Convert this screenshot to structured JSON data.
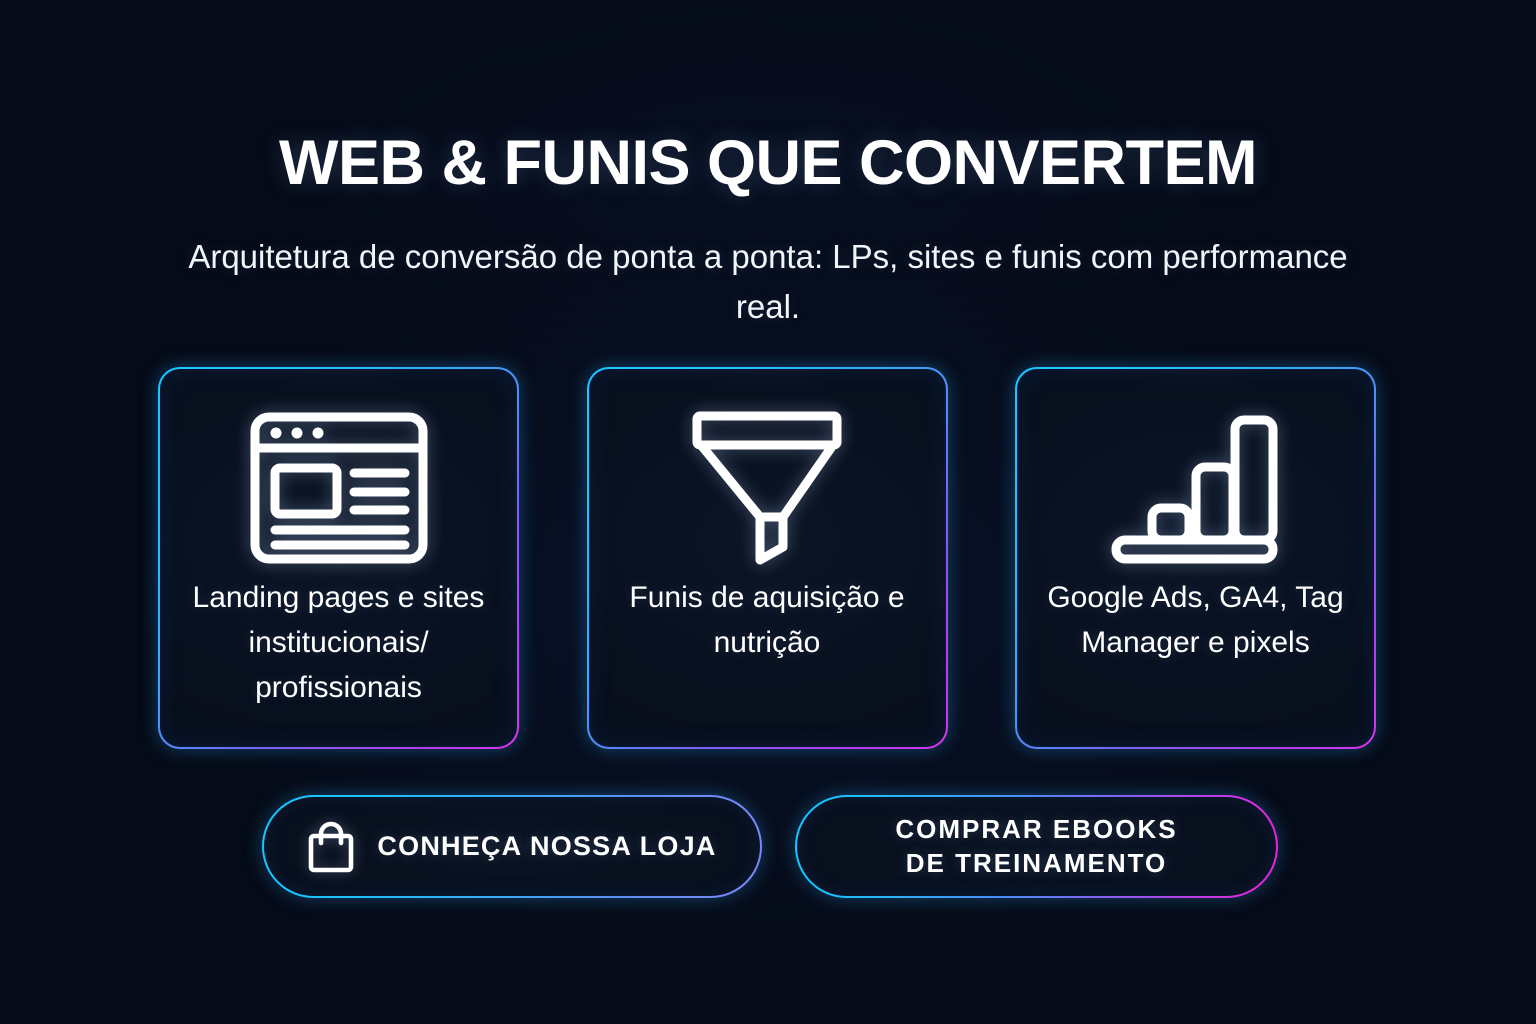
{
  "theme": {
    "background": "#050b18",
    "accent_cyan": "#18c8ff",
    "accent_magenta": "#d635e8",
    "accent_pink": "#f020d8",
    "text": "#ffffff"
  },
  "header": {
    "title": "WEB & FUNIS QUE CONVERTEM",
    "subtitle": "Arquitetura de conversão de ponta a ponta: LPs, sites e funis com performance real."
  },
  "cards": [
    {
      "icon": "webpage-layout-icon",
      "label": "Landing pages e sites institucionais/ profissionais"
    },
    {
      "icon": "funnel-icon",
      "label": "Funis de aquisição e nutrição"
    },
    {
      "icon": "bar-chart-icon",
      "label": "Google Ads, GA4, Tag Manager e pixels"
    }
  ],
  "buttons": [
    {
      "icon": "shopping-bag-icon",
      "label": "CONHEÇA NOSSA LOJA"
    },
    {
      "icon": null,
      "label": "COMPRAR EBOOKS\nDE TREINAMENTO"
    }
  ]
}
